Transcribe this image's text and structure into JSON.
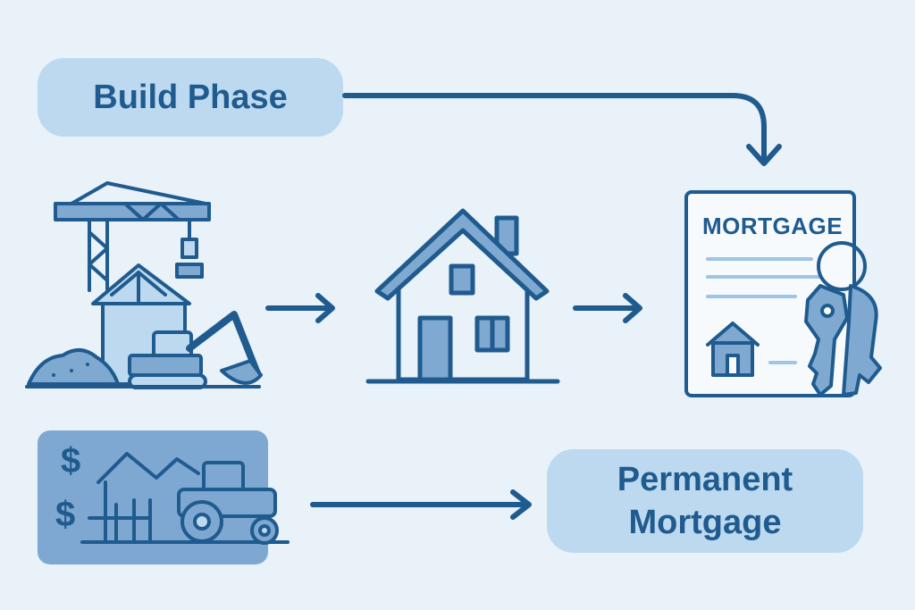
{
  "build_phase": {
    "label": "Build Phase"
  },
  "mortgage_document": {
    "title": "MORTGAGE"
  },
  "permanent_mortgage": {
    "line1": "Permanent",
    "line2": "Mortgage"
  },
  "land_panel": {
    "symbols": [
      "$",
      "$"
    ]
  },
  "colors": {
    "background": "#e9f1f9",
    "stroke": "#1f5b8e",
    "fill_light": "#bcd9ef",
    "fill_mid": "#7fa9d1",
    "panel": "#7ea8d1"
  }
}
